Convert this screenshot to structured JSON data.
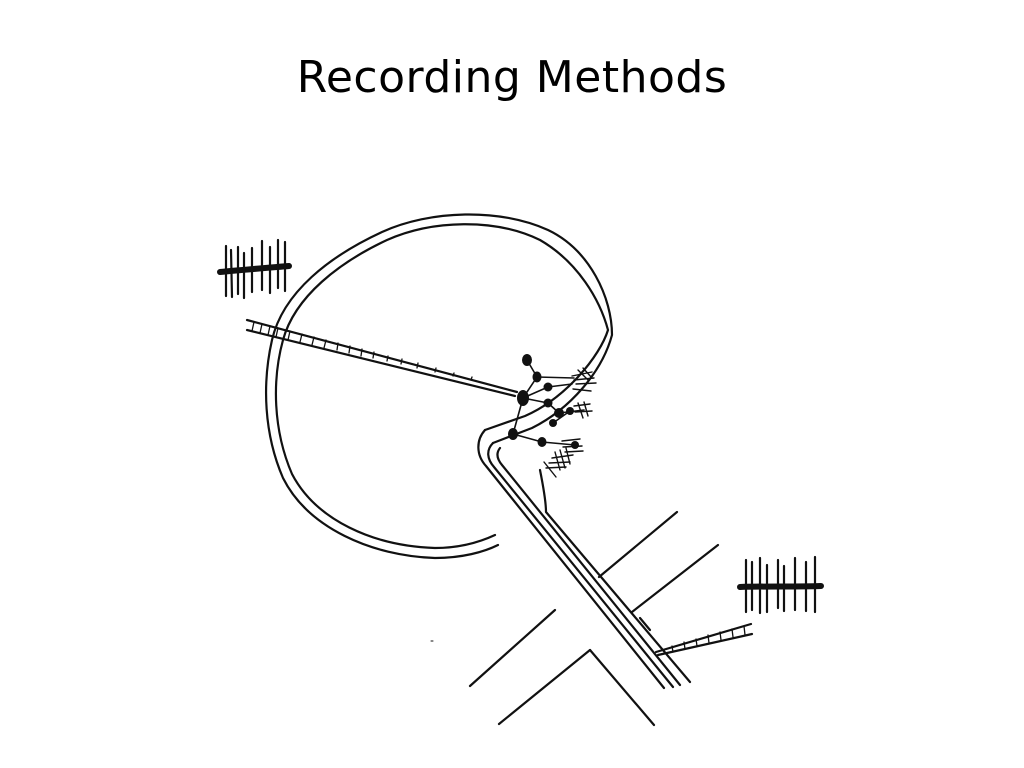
{
  "slide": {
    "title": "Recording Methods"
  },
  "diagram": {
    "subject": "retina-eye-optic-nerve",
    "line_color": "#111111",
    "background_color": "#ffffff",
    "spike_trains": 2,
    "electrodes": 2
  }
}
